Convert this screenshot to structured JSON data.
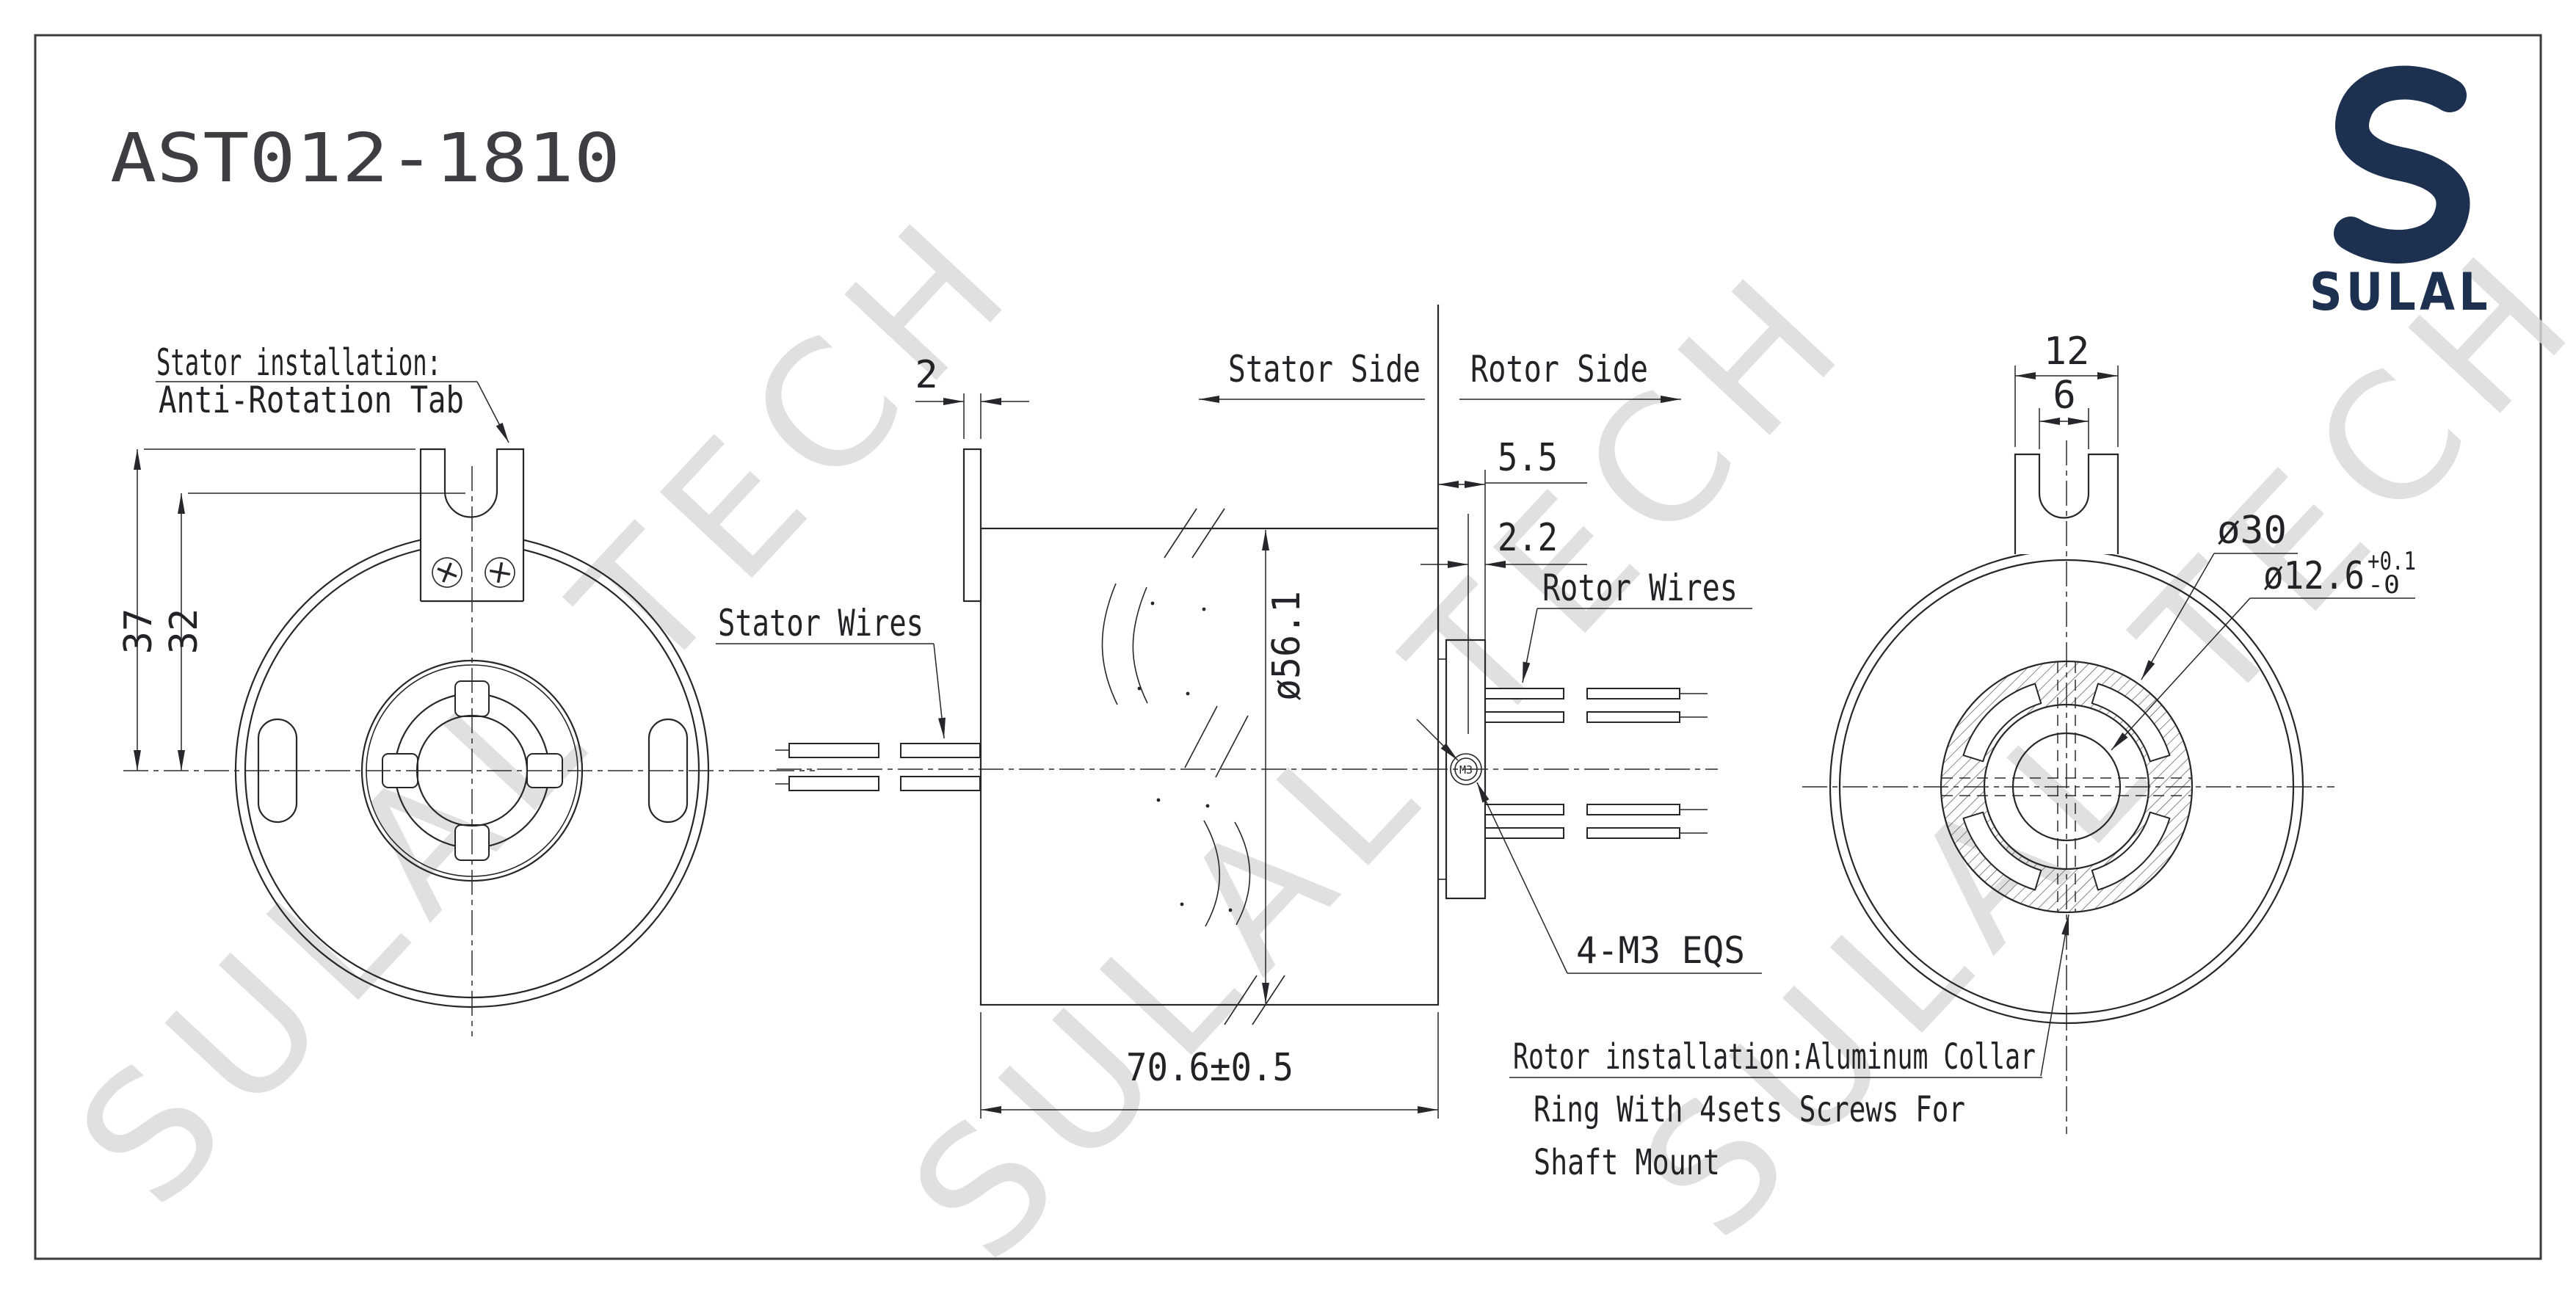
{
  "title": "AST012-1810",
  "logo": {
    "icon": "sulal-s-mark",
    "brand": "SULAL"
  },
  "watermark": {
    "text": "SULAL TECH"
  },
  "front_view": {
    "labels": {
      "stator_installation_1": "Stator installation:",
      "stator_installation_2": "Anti-Rotation Tab"
    },
    "dims": {
      "tab_height": "37",
      "plate_height": "32"
    }
  },
  "side_view": {
    "labels": {
      "stator_side": "Stator Side",
      "rotor_side": "Rotor Side",
      "stator_wires": "Stator Wires",
      "rotor_wires": "Rotor Wires",
      "screw_spec": "4-M3 EQS",
      "screw_mark": "M3"
    },
    "dims": {
      "tab_thickness": "2",
      "rotor_protrusion": "5.5",
      "collar_thickness": "2.2",
      "body_diameter": "ø56.1",
      "total_length": "70.6±0.5"
    }
  },
  "rotor_view": {
    "dims": {
      "tab_width": "12",
      "slot_width": "6",
      "collar_diameter": "ø30",
      "bore_diameter": "ø12.6",
      "bore_tol_plus": "+0.1",
      "bore_tol_minus": "-0"
    },
    "note": {
      "line1": "Rotor installation:Aluminum Collar",
      "line2": "Ring With 4sets Screws For",
      "line3": "Shaft Mount"
    }
  }
}
